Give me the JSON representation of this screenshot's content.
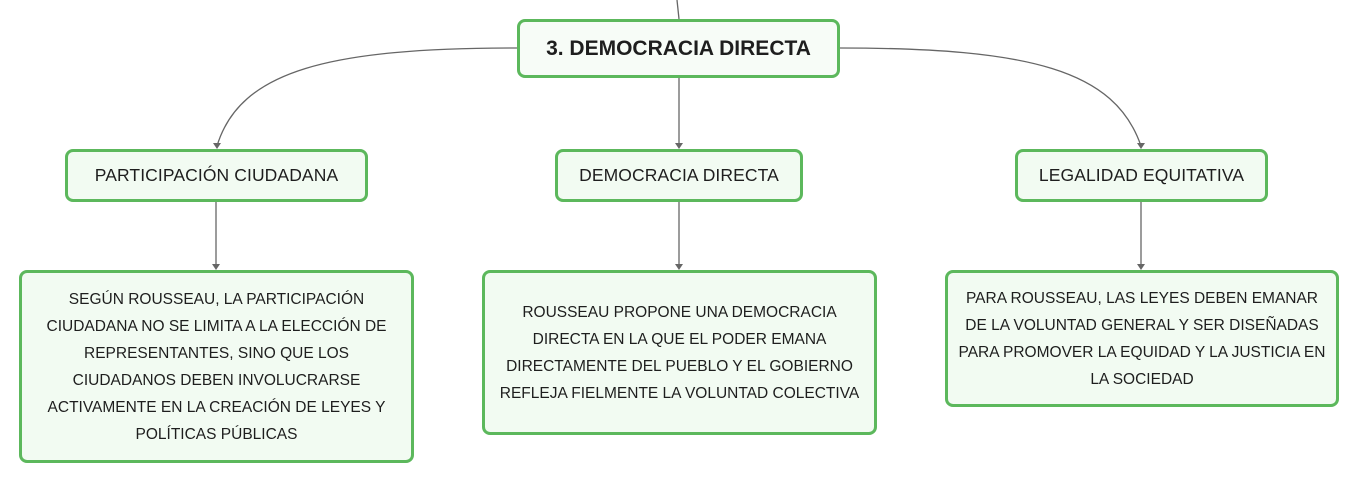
{
  "root": {
    "label": "3. DEMOCRACIA DIRECTA"
  },
  "branches": [
    {
      "label": "PARTICIPACIÓN CIUDADANA",
      "detail": "SEGÚN ROUSSEAU, LA PARTICIPACIÓN CIUDADANA NO SE LIMITA A LA ELECCIÓN DE REPRESENTANTES, SINO QUE LOS CIUDADANOS DEBEN INVOLUCRARSE ACTIVAMENTE EN LA CREACIÓN DE LEYES Y POLÍTICAS PÚBLICAS"
    },
    {
      "label": "DEMOCRACIA DIRECTA",
      "detail": "ROUSSEAU PROPONE UNA DEMOCRACIA DIRECTA EN LA QUE EL PODER EMANA DIRECTAMENTE DEL PUEBLO Y EL GOBIERNO REFLEJA FIELMENTE LA VOLUNTAD COLECTIVA"
    },
    {
      "label": "LEGALIDAD EQUITATIVA",
      "detail": "PARA ROUSSEAU, LAS LEYES DEBEN EMANAR DE LA VOLUNTAD GENERAL Y SER DISEÑADAS PARA PROMOVER LA EQUIDAD Y LA JUSTICIA EN LA SOCIEDAD"
    }
  ],
  "colors": {
    "node_border": "#5cb85c",
    "node_fill": "#f2fbf2",
    "connector": "#666666",
    "text": "#1e1e1e"
  }
}
